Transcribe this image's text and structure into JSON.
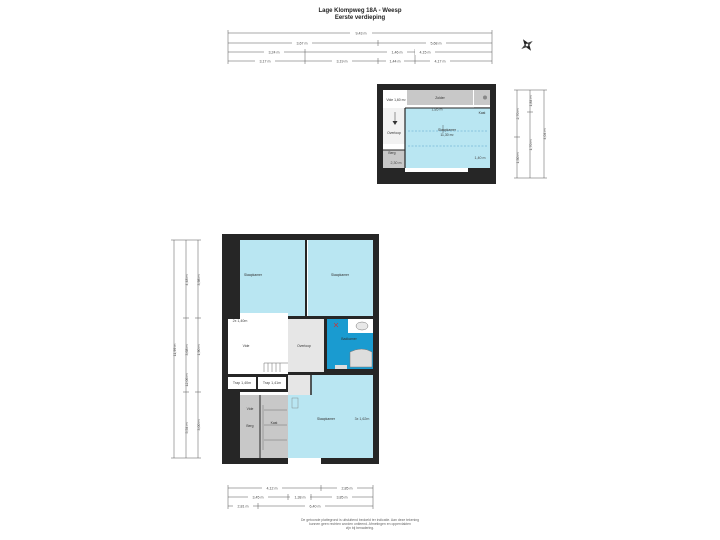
{
  "header": {
    "title": "Lage Klompweg 18A - Weesp",
    "subtitle": "Eerste verdieping"
  },
  "colors": {
    "wall": "#262626",
    "room_fill": "#b9e6f2",
    "bathroom_fill": "#1a9bd0",
    "grey_fill": "#c8c8c8",
    "dim_line": "#555555"
  },
  "top_dims": {
    "total": "9,43 m",
    "left": "3,67 m",
    "right": "5,68 m",
    "sub": [
      "3,24 m",
      "1,46 m",
      "4,15 m"
    ],
    "small": [
      "3,17 m",
      "3,19 m",
      "1,44 m",
      "4,17 m"
    ]
  },
  "upper_plan": {
    "rooms": [
      {
        "name": "Vide",
        "area": "1,60 m²"
      },
      {
        "name": "Zolder",
        "area": ""
      },
      {
        "name": "Slaapkamer",
        "area": "11,30 m²"
      },
      {
        "name": "Overloop",
        "area": ""
      },
      {
        "name": "Kast",
        "area": ""
      },
      {
        "name": "Berg",
        "area": ""
      }
    ],
    "labels": [
      "1,85 m",
      "1,40 m",
      "2,30 m"
    ],
    "right_dims": [
      "2,70 m",
      "1,50 m",
      "1,84 m",
      "1,70 m",
      "4,04 m"
    ]
  },
  "lower_plan": {
    "rooms": [
      {
        "name": "Slaapkamer",
        "area": ""
      },
      {
        "name": "Slaapkamer",
        "area": ""
      },
      {
        "name": "Badkamer",
        "area": ""
      },
      {
        "name": "Overloop",
        "area": ""
      },
      {
        "name": "Vide",
        "area": ""
      },
      {
        "name": "Slaapkamer",
        "area": ""
      },
      {
        "name": "Kast",
        "area": ""
      },
      {
        "name": "Berg",
        "area": ""
      },
      {
        "name": "Vide",
        "area": ""
      }
    ],
    "labels": [
      "2x 1,40m",
      "Trap 1,40m",
      "Trap 1,41m",
      "3x 1,62m"
    ],
    "left_dims": [
      "11,99 m",
      "12,06 m",
      "4,48 m",
      "3,68 m",
      "3,98 m",
      "1,90 m",
      "5,54 m",
      "3,00 m"
    ]
  },
  "bottom_dims": {
    "row1": [
      "4,12 m",
      "2,85 m"
    ],
    "row2": [
      "3,45 m",
      "1,38 m",
      "3,85 m"
    ],
    "row3": [
      "2,81 m",
      "6,40 m"
    ]
  },
  "footer": {
    "lines": [
      "De getoonde plattegrond is uitsluitend bedoeld ter indicatie. Aan deze tekening",
      "kunnen geen rechten worden ontleend. Afmetingen en oppervlakten",
      "zijn bij benadering."
    ]
  }
}
